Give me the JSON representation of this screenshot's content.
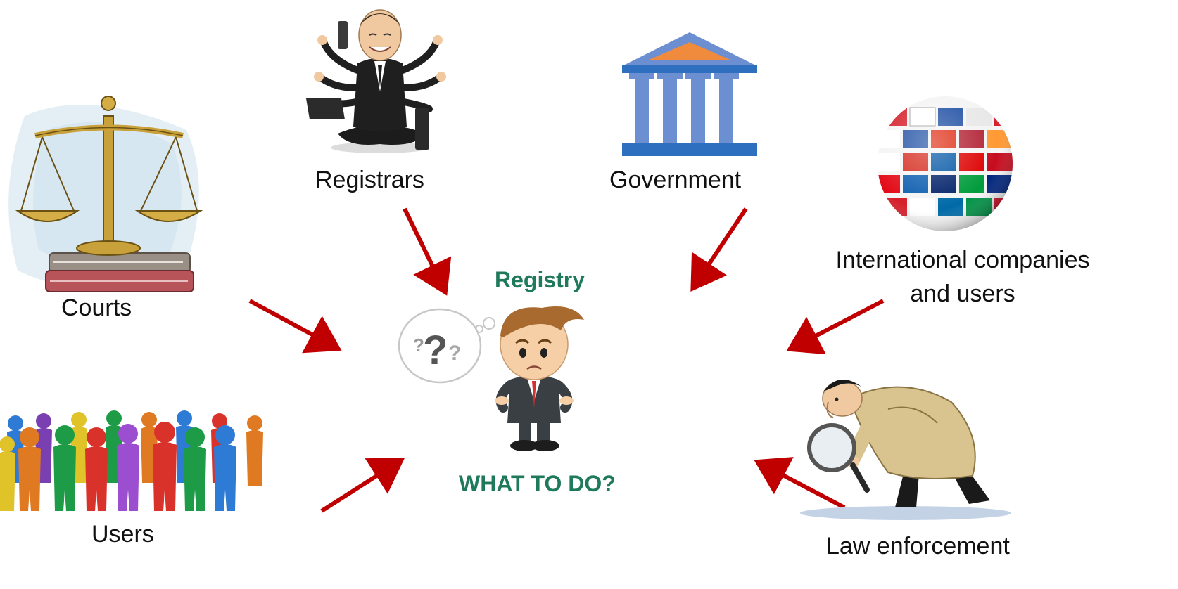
{
  "center": {
    "title": "Registry",
    "question": "WHAT TO DO?"
  },
  "stakeholders": {
    "courts": "Courts",
    "registrars": "Registrars",
    "government": "Government",
    "international_line1": "International companies",
    "international_line2": "and users",
    "users": "Users",
    "law_enforcement": "Law enforcement"
  },
  "colors": {
    "arrow": "#c00000",
    "accent_text": "#1f7a5c",
    "government_icon": "#6b8fd0",
    "government_base": "#2f6fbf",
    "roof_fill": "#f08a3c"
  },
  "icons": {
    "courts": "scales-of-justice-icon",
    "registrars": "multitasking-businessman-icon",
    "government": "government-building-icon",
    "international": "flag-globe-icon",
    "users": "crowd-of-people-icon",
    "law_enforcement": "detective-magnifier-icon",
    "registry": "confused-registry-person-icon"
  }
}
